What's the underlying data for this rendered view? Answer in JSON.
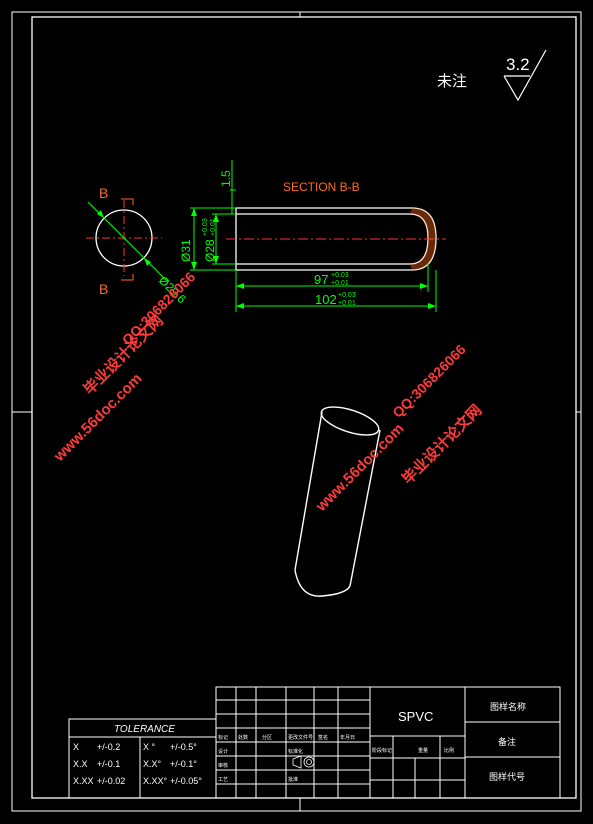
{
  "notes": {
    "unspecified": "未注",
    "roughness": "3.2"
  },
  "section": {
    "title": "SECTION B-B",
    "mark": "B"
  },
  "dimensions": {
    "wall": "1.5",
    "od": "Ø31",
    "id": "Ø28",
    "id_tol_upper": "+0.03",
    "id_tol_lower": "+0.01",
    "circle_dia": "Ø29.6",
    "len_inner": "97",
    "len_inner_tol_upper": "+0.03",
    "len_inner_tol_lower": "+0.01",
    "len_total": "102",
    "len_total_tol_upper": "+0.03",
    "len_total_tol_lower": "+0.01"
  },
  "watermarks": {
    "site_name": "毕业设计论文网",
    "url": "www.56doc.com",
    "qq": "QQ:306826066"
  },
  "tolerance": {
    "title": "TOLERANCE",
    "rows": [
      {
        "a": "X",
        "b": "+/-0.2",
        "c": "X °",
        "d": "+/-0.5°"
      },
      {
        "a": "X.X",
        "b": "+/-0.1",
        "c": "X.X°",
        "d": "+/-0.1°"
      },
      {
        "a": "X.XX",
        "b": "+/-0.02",
        "c": "X.XX°",
        "d": "+/-0.05°"
      }
    ]
  },
  "title_block": {
    "material": "SPVC",
    "drawing_name": "图样名称",
    "remarks": "备注",
    "drawing_number": "图样代号",
    "col_labels": [
      "标记",
      "处数",
      "分区",
      "更改文件号",
      "签名",
      "年月日"
    ],
    "row2_labels": [
      "设计",
      "标准化",
      "阶段标记",
      "重量",
      "比例"
    ],
    "row3_labels": [
      "审核",
      "工艺",
      "批准"
    ]
  },
  "colors": {
    "background": "#000000",
    "line": "#ffffff",
    "dimension": "#00ff00",
    "center": "#ff3030",
    "accent": "#ff6a1a",
    "watermark": "#ff3a3a"
  }
}
